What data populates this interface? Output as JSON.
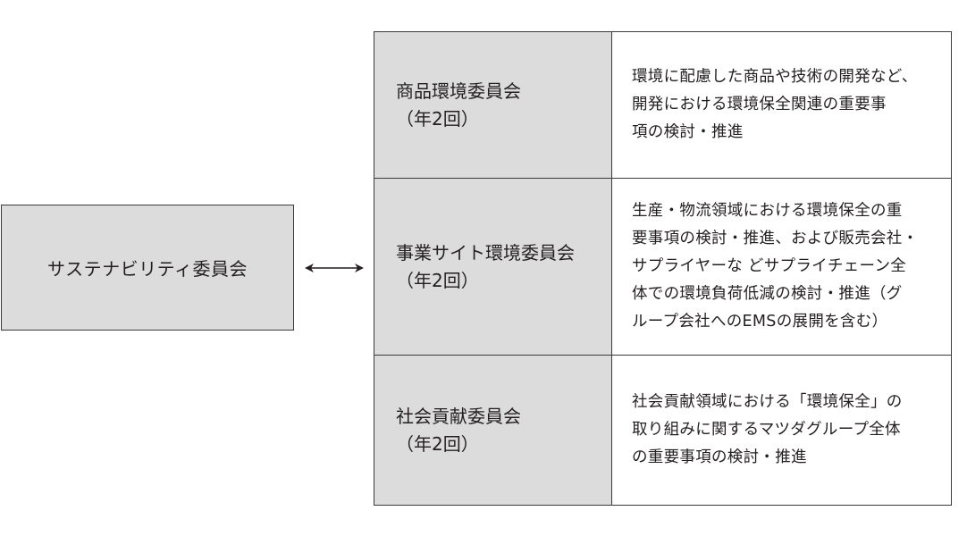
{
  "main_committee": {
    "label": "サステナビリティ委員会"
  },
  "committees": [
    {
      "name": "商品環境委員会",
      "frequency": "（年2回）",
      "description": "環境に配慮した商品や技術の開発など、\n開発における環境保全関連の重要事\n項の検討・推進"
    },
    {
      "name": "事業サイト環境委員会",
      "frequency": "（年2回）",
      "description": "生産・物流領域における環境保全の重\n要事項の検討・推進、および販売会社・\nサプライヤーな どサプライチェーン全\n体での環境負荷低減の検討・推進（グ\nループ会社へのEMSの展開を含む）"
    },
    {
      "name": "社会貢献委員会",
      "frequency": "（年2回）",
      "description": "社会貢献領域における「環境保全」の\n取り組みに関するマツダグループ全体\nの重要事項の検討・推進"
    }
  ],
  "colors": {
    "box_fill": "#dcdcdc",
    "border": "#3a3a3a",
    "text": "#231f20"
  }
}
